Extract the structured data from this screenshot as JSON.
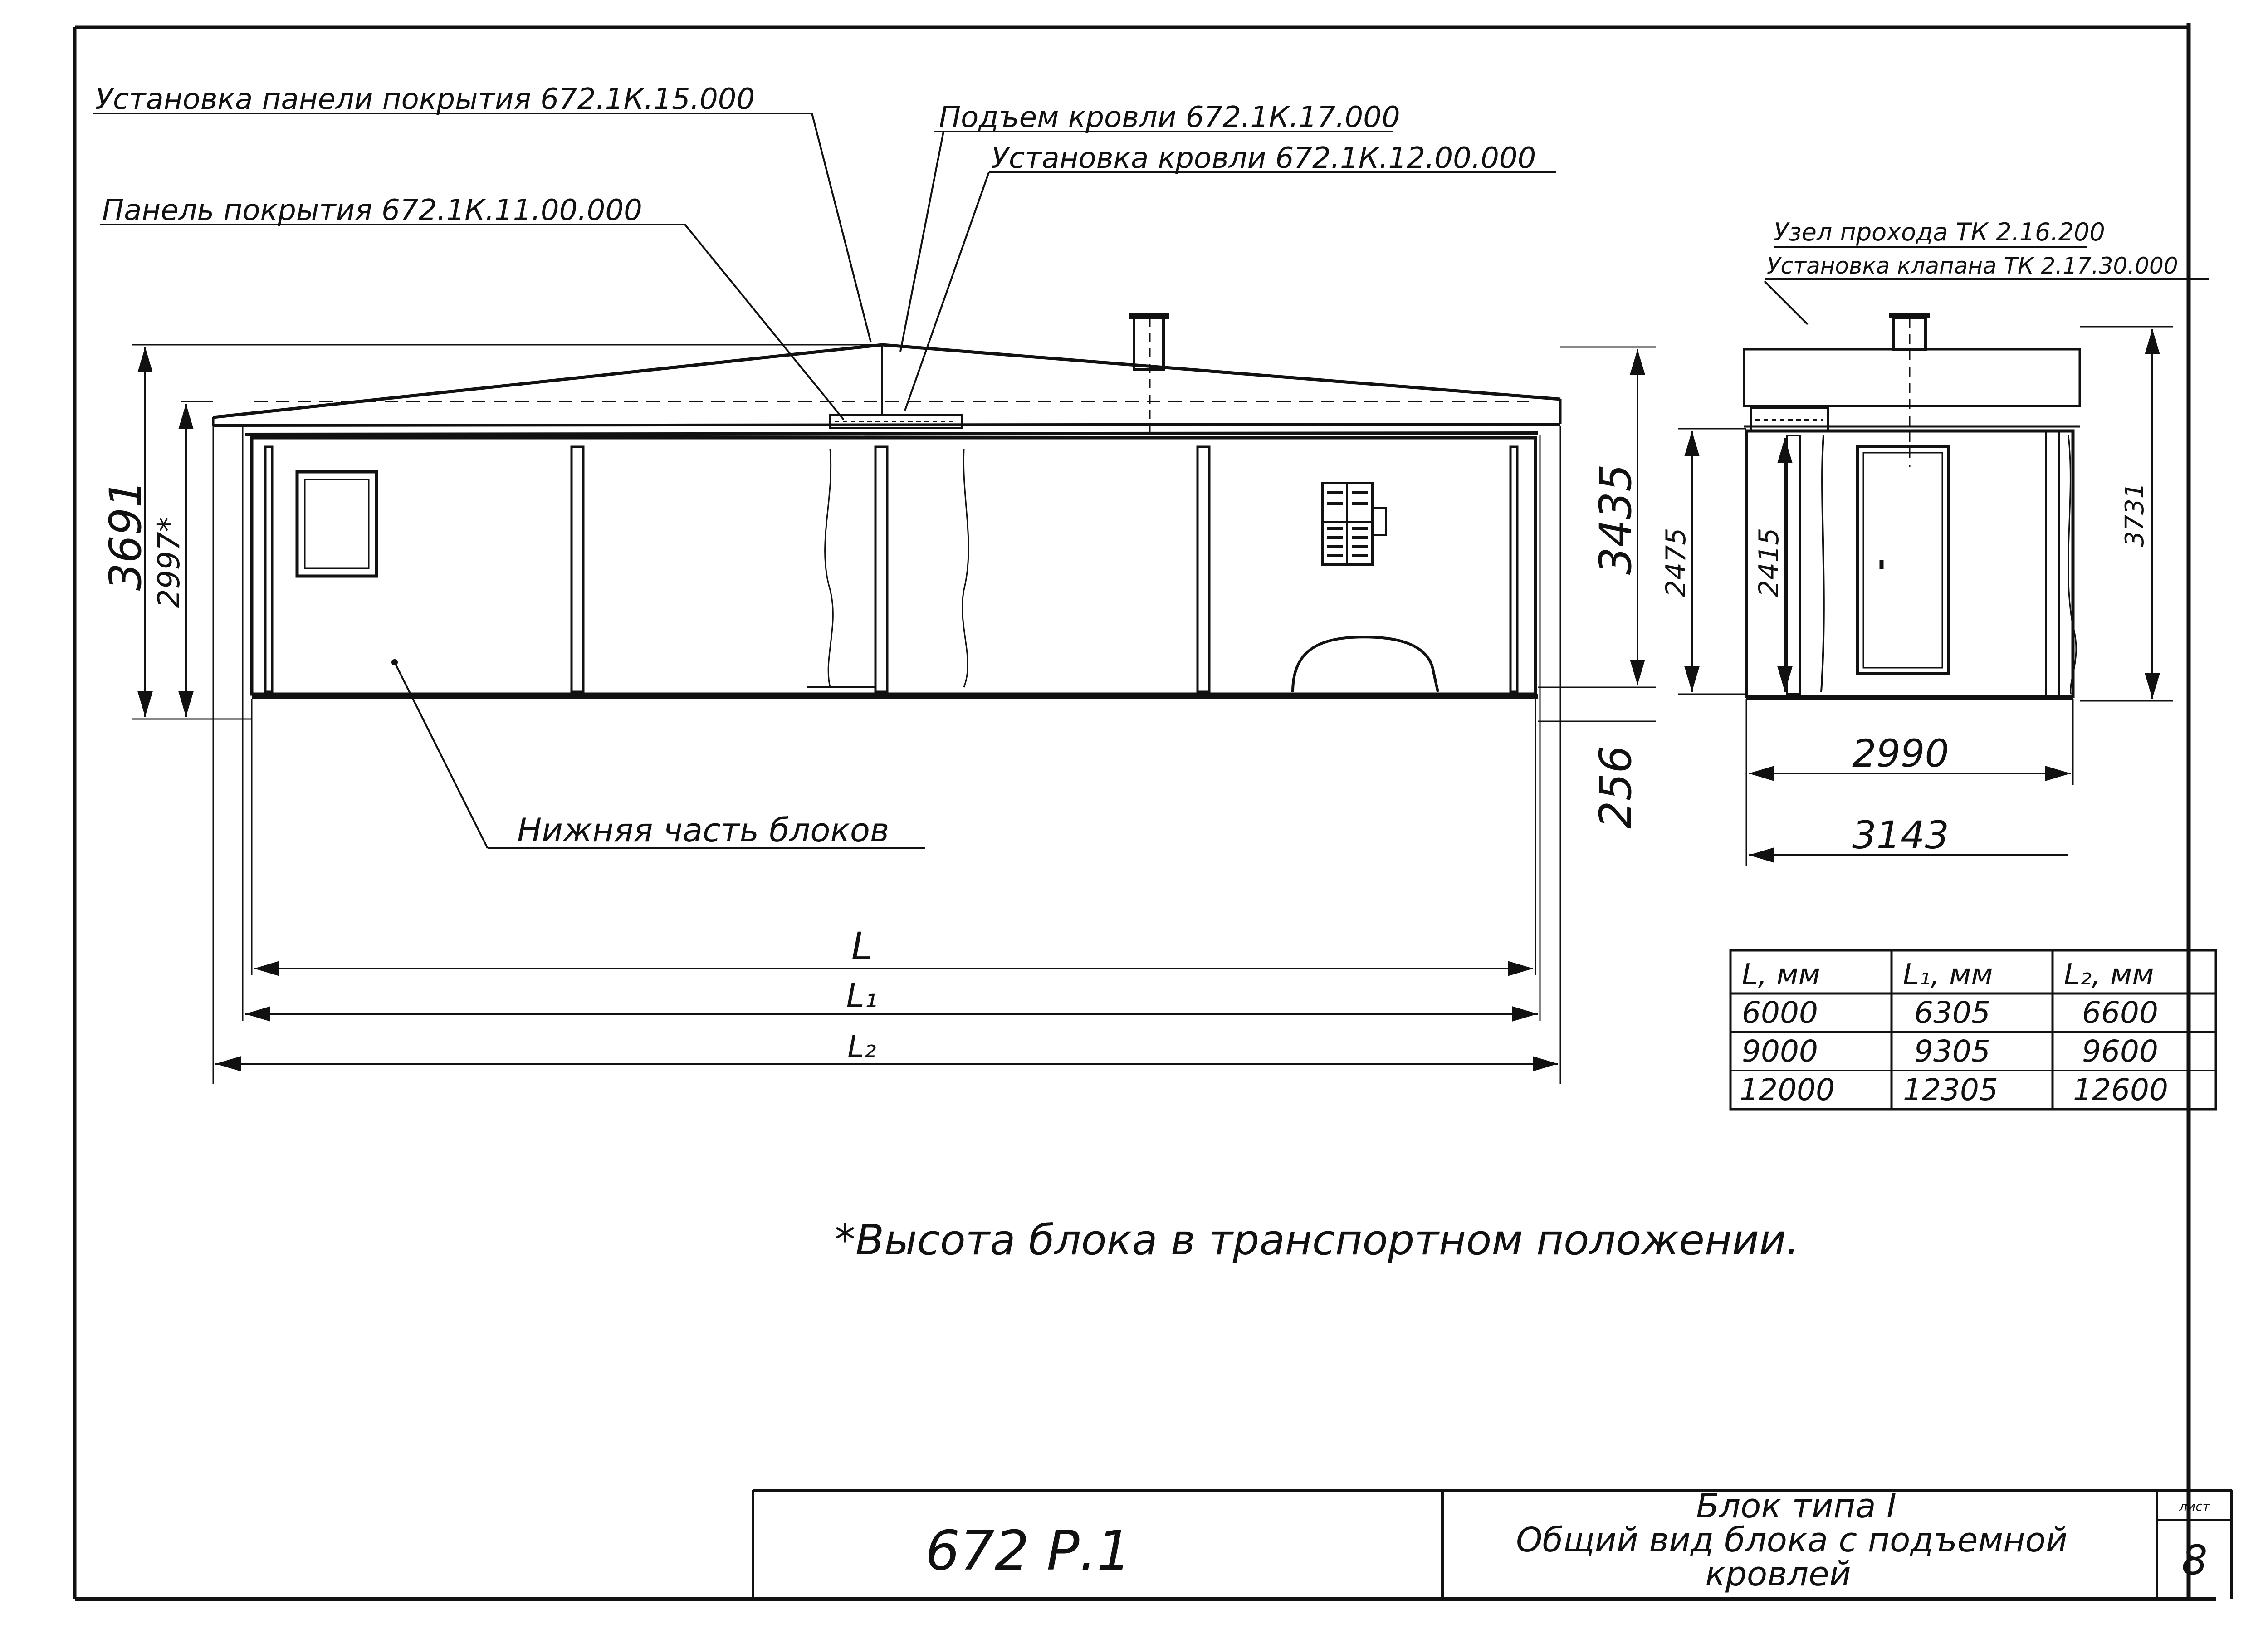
{
  "callouts": {
    "roof_panel_install": "Установка панели покрытия 672.1К.15.000",
    "roof_lift": "Подъем кровли 672.1К.17.000",
    "roof_install": "Установка кровли 672.1К.12.00.000",
    "roof_panel": "Панель покрытия 672.1К.11.00.000",
    "lower_part": "Нижняя часть блоков",
    "pass_node": "Узел прохода ТК 2.16.200",
    "valve_install": "Установка клапана ТК 2.17.30.000"
  },
  "dimensions": {
    "total_height": "3691",
    "transport_height": "2997*",
    "right_height": "3435",
    "base_height": "256",
    "side_2475": "2475",
    "side_2415": "2415",
    "side_3731": "3731",
    "width_2990": "2990",
    "width_3143": "3143",
    "len_L": "L",
    "len_L1": "L₁",
    "len_L2": "L₂"
  },
  "table": {
    "headers": [
      "L, мм",
      "L₁, мм",
      "L₂, мм"
    ],
    "rows": [
      [
        "6000",
        "6305",
        "6600"
      ],
      [
        "9000",
        "9305",
        "9600"
      ],
      [
        "12000",
        "12305",
        "12600"
      ]
    ]
  },
  "note": "*Высота блока в транспортном положении.",
  "title_block": {
    "code": "672 Р.1",
    "title_line1": "Блок типа I",
    "title_line2": "Общий вид блока с подъемной",
    "title_line3": "кровлей",
    "sheet_label": "лист",
    "sheet_number": "8"
  }
}
